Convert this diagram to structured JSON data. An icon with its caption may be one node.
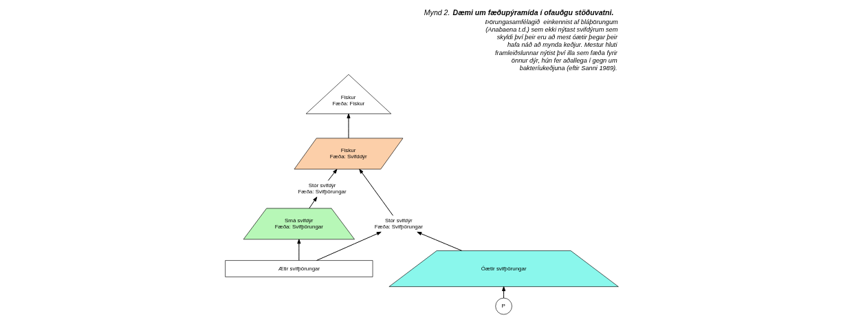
{
  "diagram": {
    "title": "Mynd 2. **Dæmi um fæðupýramída í ofauðgu stöðuvatni.**",
    "caption": "Þörungasamfélagið  einkennist af bláþörungum (Anabaena t.d.) sem ekki nýtast svifdýrum sem skyldi því þeir eru að mest óætir þegar þeir hafa náð að mynda keðjur. Mestur hluti framleiðslunnar nýtist því illa sem fæða fyrir önnur dýr, hún fer aðallega í gegn um bakteríukeðjuna (eftir Sanni 1989).",
    "nodes": [
      {
        "text": [
          "Fiskur",
          "Fæða: Fiskur"
        ]
      },
      {
        "text": [
          "Stór svifdýr",
          "Fæða: Svifþörungar"
        ]
      },
      {
        "text": [
          "Fiskur",
          "Fæða: Svifddýr"
        ]
      },
      {
        "text": [
          "Smá svifdýr",
          "Fæða: Svifþörungar"
        ]
      },
      {
        "text": [
          "Stór svifdýr",
          "Fæða: Svifþörungar"
        ]
      },
      {
        "text": [
          "Ætir svifþörungar"
        ]
      },
      {
        "text": [
          "Óætir svifþörungar"
        ]
      },
      {
        "text": [
          "P"
        ]
      }
    ],
    "edges": [
      {
        "from": 7,
        "to": 6,
        "arrow": "to"
      },
      {
        "from": 5,
        "to": 3,
        "arrow": "to"
      },
      {
        "from": 5,
        "to": 4,
        "arrow": "to"
      },
      {
        "from": 6,
        "to": 4,
        "arrow": "to"
      },
      {
        "from": 3,
        "to": 1,
        "arrow": "to"
      },
      {
        "from": 4,
        "to": 2,
        "arrow": "to"
      },
      {
        "from": 1,
        "to": 2,
        "arrow": "to"
      },
      {
        "from": 2,
        "to": 0,
        "arrow": "to"
      }
    ]
  }
}
